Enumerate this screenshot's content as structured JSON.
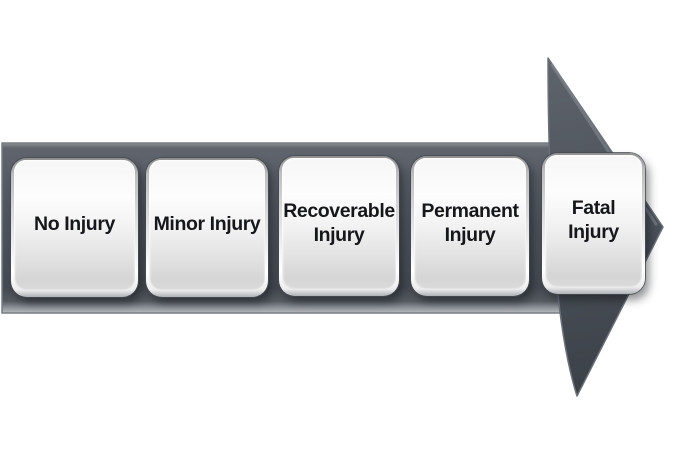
{
  "diagram": {
    "type": "process-arrow",
    "direction": "right",
    "background_color": "#ffffff",
    "arrow_color": "#4d535b",
    "arrow_edge_highlight": "#8d9298",
    "key_face_color": "#f2f2f2",
    "key_rim_color": "#c0c0c0",
    "label_color": "#16171a",
    "stages": [
      {
        "label": "No Injury"
      },
      {
        "label": "Minor Injury"
      },
      {
        "label": "Recoverable\nInjury"
      },
      {
        "label": "Permanent\nInjury"
      },
      {
        "label": "Fatal\nInjury"
      }
    ]
  }
}
